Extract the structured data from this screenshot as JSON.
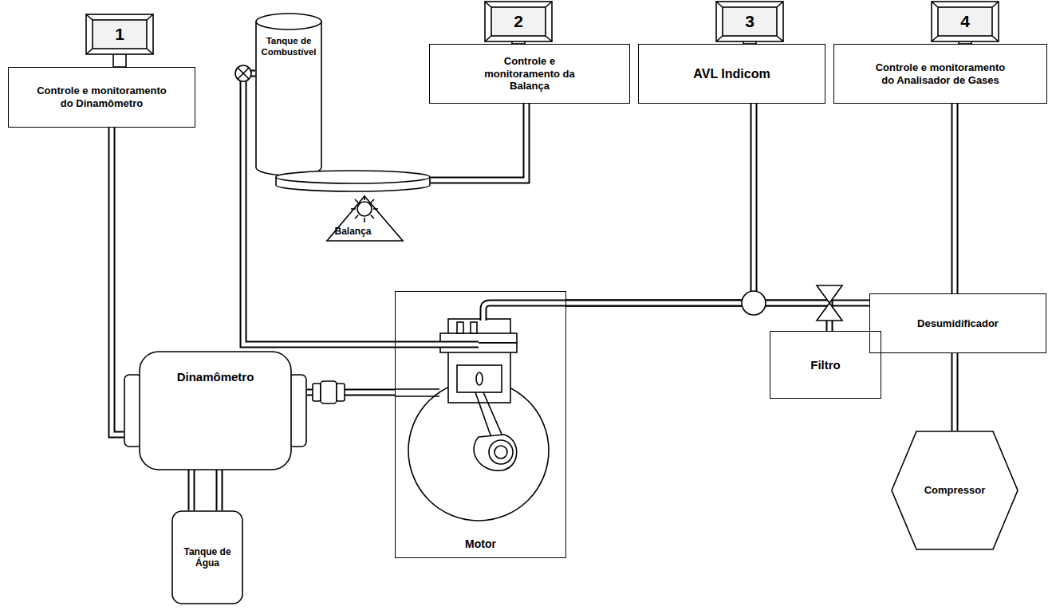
{
  "diagram": {
    "nodes": [
      {
        "text": [
          "Controle e monitoramento do Dinamômetro"
        ]
      },
      {
        "text": [
          "Tanque de Combustível"
        ]
      },
      {
        "text": [
          "Controle e monitoramento da Balança"
        ]
      },
      {
        "text": [
          "AVL Indicom"
        ]
      },
      {
        "text": [
          "Controle e monitoramento do Analisador de Gases"
        ]
      },
      {
        "text": [
          "Balança"
        ]
      },
      {
        "text": [
          "Dinamômetro"
        ]
      },
      {
        "text": [
          "Tanque de Água"
        ]
      },
      {
        "text": [
          "Motor"
        ]
      },
      {
        "text": [
          "Desumidificador"
        ]
      },
      {
        "text": [
          "Filtro"
        ]
      },
      {
        "text": [
          "Compressor"
        ]
      }
    ],
    "edges": [
      {
        "from": 0,
        "to": 6,
        "arrow": "none"
      },
      {
        "from": 1,
        "to": 8,
        "arrow": "none"
      },
      {
        "from": 2,
        "to": 5,
        "arrow": "none"
      },
      {
        "from": 6,
        "to": 7,
        "arrow": "none"
      },
      {
        "from": 6,
        "to": 7,
        "arrow": "none"
      },
      {
        "from": 6,
        "to": 8,
        "arrow": "none"
      },
      {
        "from": 8,
        "to": 9,
        "arrow": "none"
      },
      {
        "from": 3,
        "to": 8,
        "arrow": "none"
      },
      {
        "from": 8,
        "to": 10,
        "arrow": "none"
      },
      {
        "from": 4,
        "to": 9,
        "arrow": "none"
      },
      {
        "from": 9,
        "to": 11,
        "arrow": "none"
      }
    ],
    "labels": [
      "1",
      "2",
      "3",
      "4"
    ]
  }
}
